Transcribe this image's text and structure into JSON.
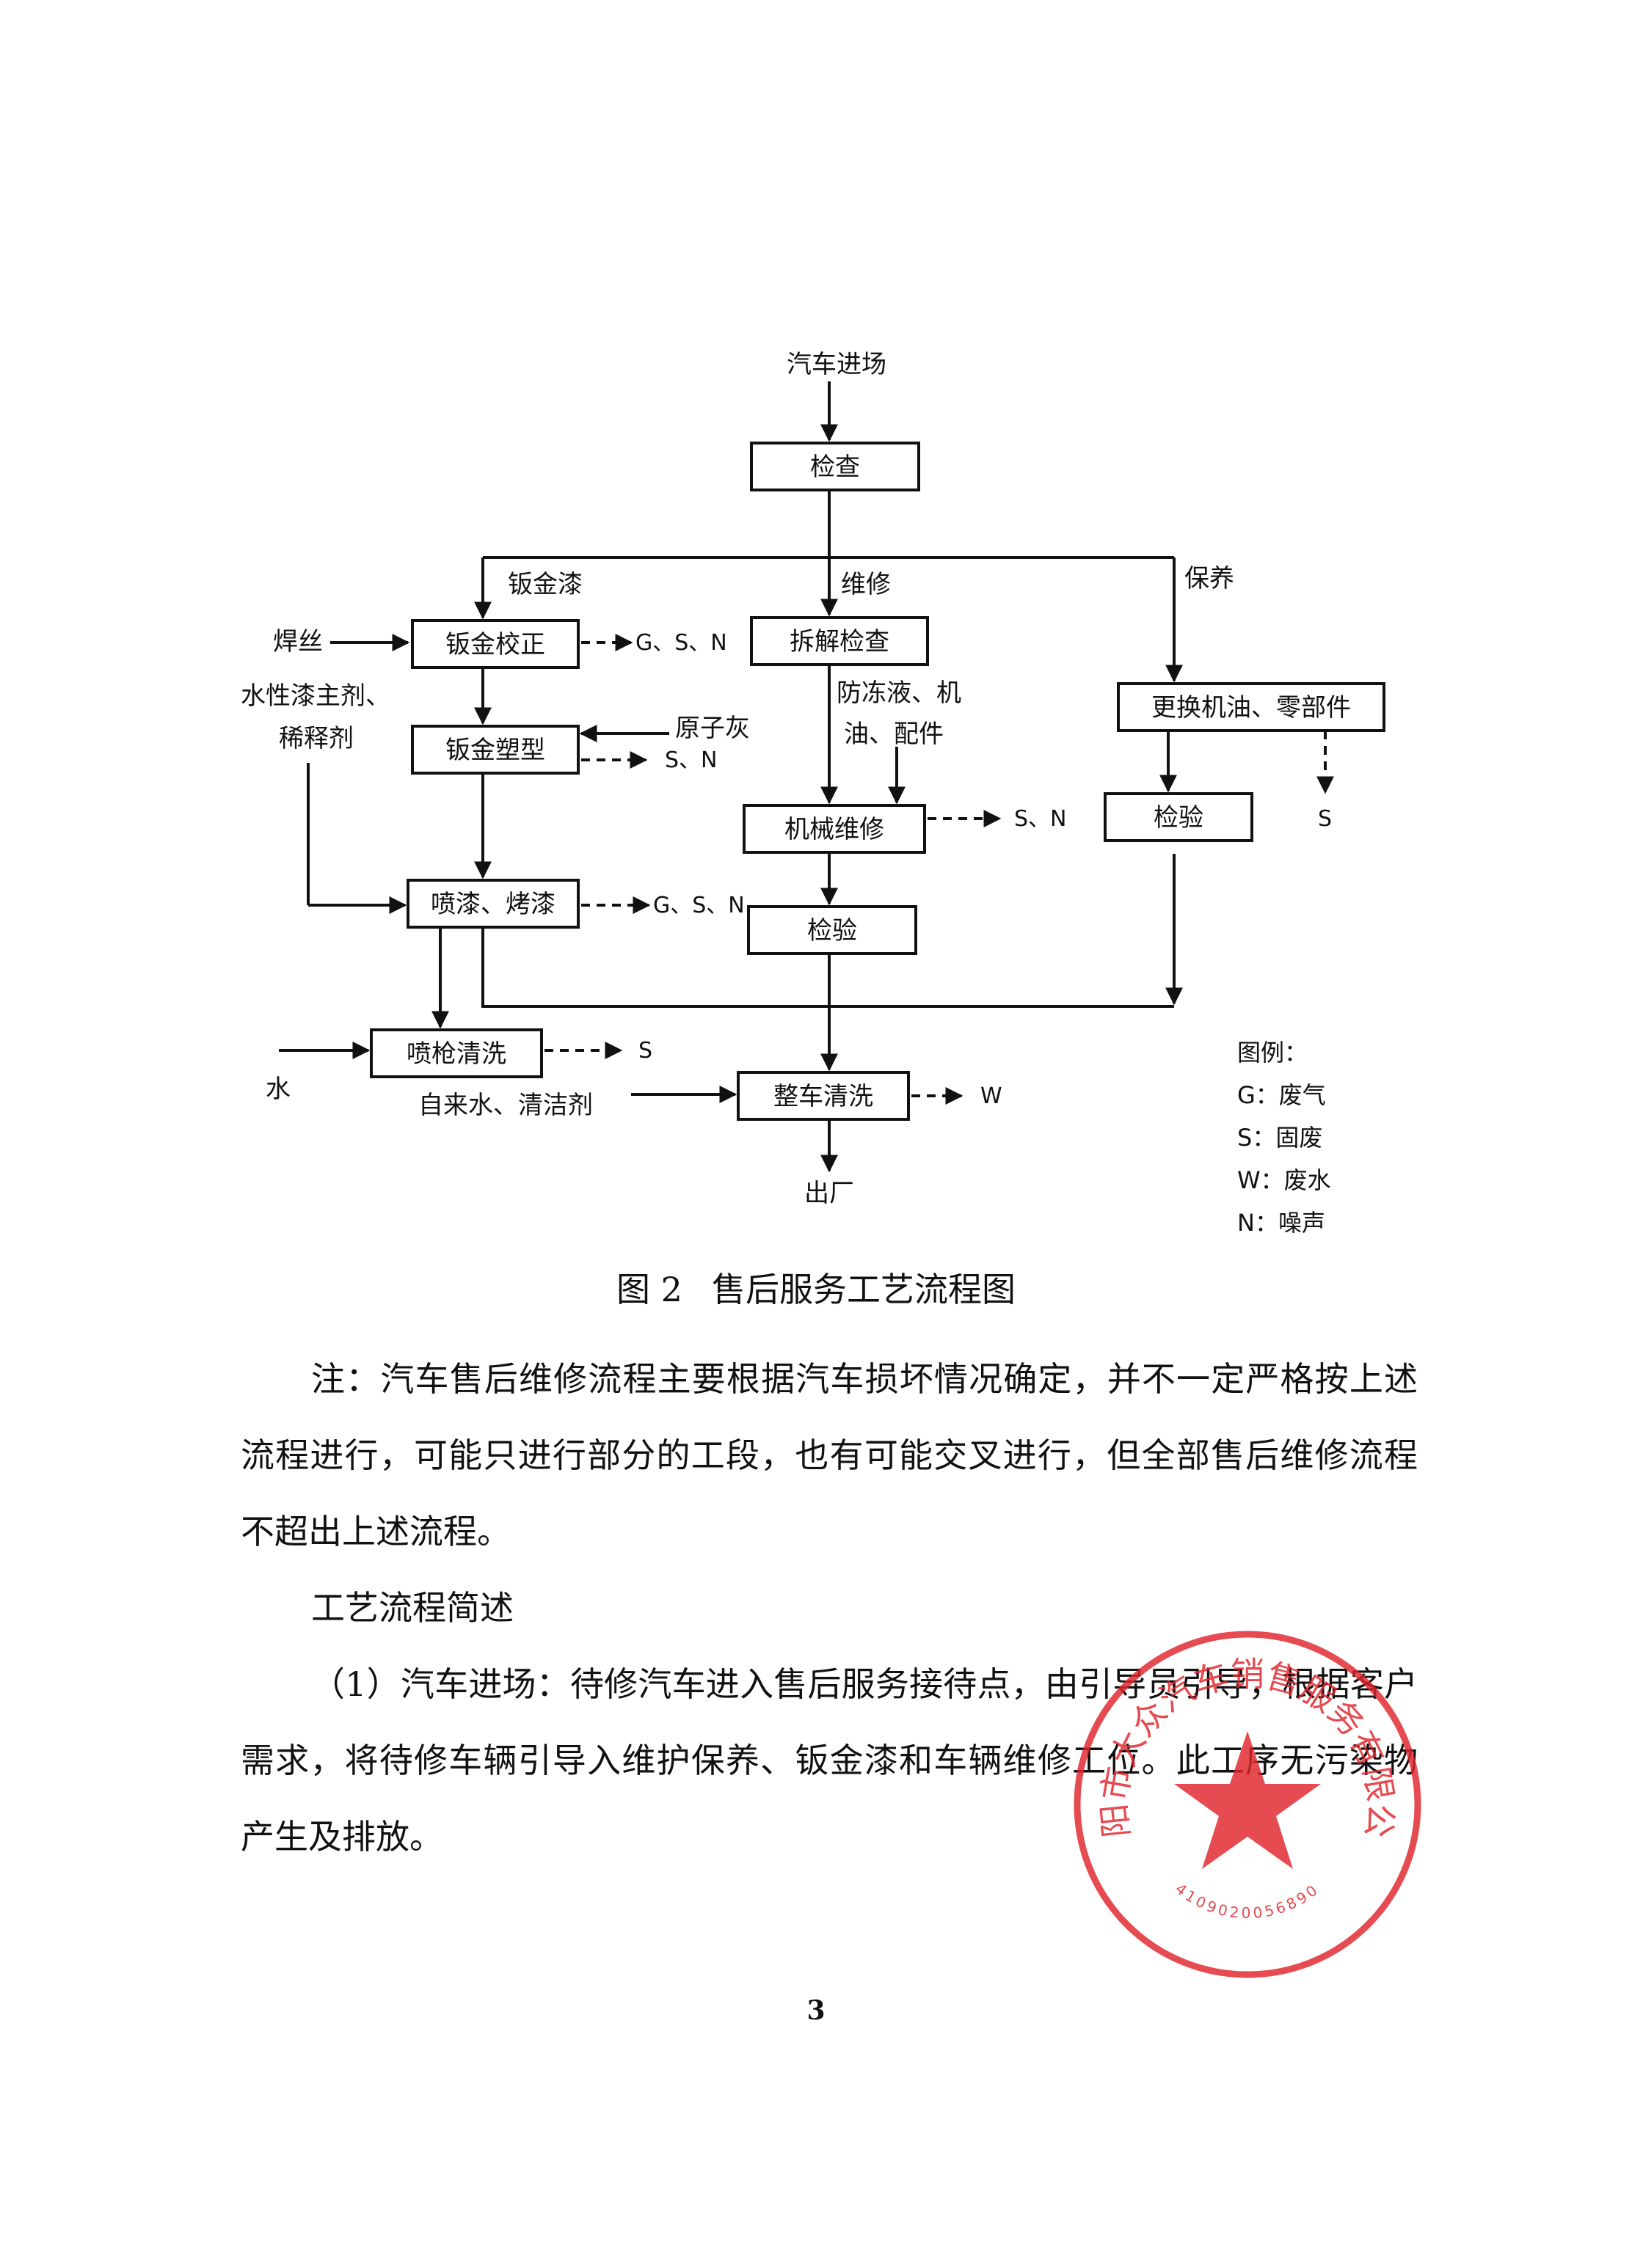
{
  "flowchart": {
    "nodes": {
      "car_entry": "汽车进场",
      "inspect": "检查",
      "sheet_metal_correct": "钣金校正",
      "sheet_metal_shape": "钣金塑型",
      "spray_bake": "喷漆、烤漆",
      "gun_clean": "喷枪清洗",
      "disassemble": "拆解检查",
      "mech_repair": "机械维修",
      "verify_repair": "检验",
      "replace_parts": "更换机油、零部件",
      "verify_maint": "检验",
      "car_wash": "整车清洗",
      "exit": "出厂"
    },
    "branches": {
      "sheet_paint": "钣金漆",
      "repair": "维修",
      "maintain": "保养"
    },
    "inputs": {
      "weld_wire": "焊丝",
      "paint_line1": "水性漆主剂、",
      "paint_line2": "稀释剂",
      "putty": "原子灰",
      "antifreeze_line1": "防冻液、机",
      "antifreeze_line2": "油、配件",
      "water": "水",
      "tap_water_cleaner": "自来水、清洁剂"
    },
    "outputs": {
      "correct": "G、S、N",
      "shape": "S、N",
      "spray": "G、S、N",
      "gun_clean": "S",
      "mech_repair": "S、N",
      "replace_parts": "S",
      "car_wash": "W"
    },
    "legend": {
      "title": "图例：",
      "g": "G：废气",
      "s": "S：固废",
      "w": "W：废水",
      "n": "N：噪声"
    }
  },
  "caption": {
    "number": "图 2",
    "title": "售后服务工艺流程图"
  },
  "paragraphs": {
    "note": "注：汽车售后维修流程主要根据汽车损坏情况确定，并不一定严格按上述流程进行，可能只进行部分的工段，也有可能交叉进行，但全部售后维修流程不超出上述流程。",
    "heading": "工艺流程简述",
    "step1": "（1）汽车进场：待修汽车进入售后服务接待点，由引导员引导，根据客户需求，将待修车辆引导入维护保养、钣金漆和车辆维修工位。此工序无污染物产生及排放。"
  },
  "stamp": {
    "text": "濮阳市大众汽车销售服务有限公司",
    "code": "4109020056890"
  },
  "page_number": "3",
  "colors": {
    "stamp_red": "#e0242c",
    "ink": "#111111"
  }
}
